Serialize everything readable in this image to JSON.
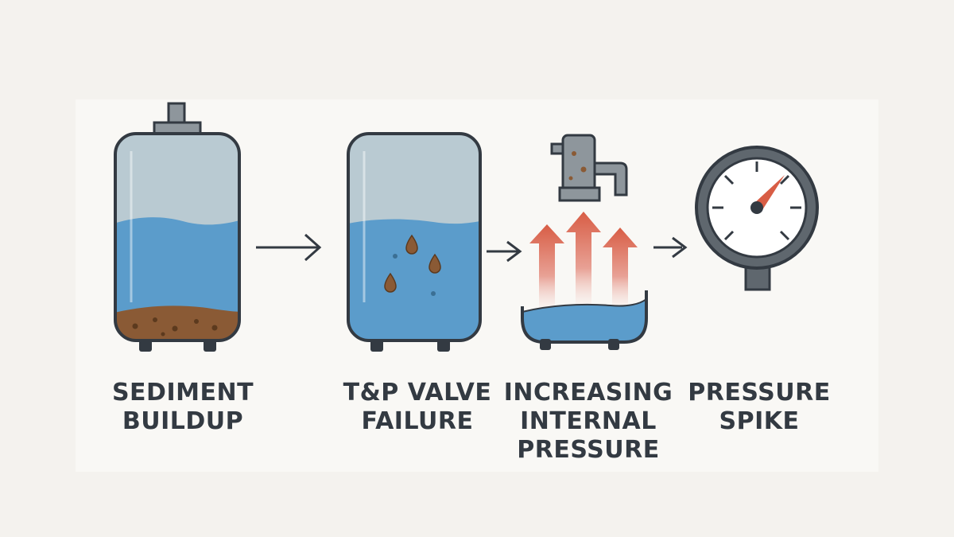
{
  "steps": [
    {
      "id": "sediment-buildup",
      "lines": [
        "SEDIMENT",
        "BUILDUP"
      ]
    },
    {
      "id": "tp-valve-failure",
      "lines": [
        "T&P VALVE",
        "FAILURE"
      ]
    },
    {
      "id": "increasing-internal-pressure",
      "lines": [
        "INCREASING",
        "INTERNAL",
        "PRESSURE"
      ]
    },
    {
      "id": "pressure-spike",
      "lines": [
        "PRESSURE",
        "SPIKE"
      ]
    }
  ],
  "colors": {
    "outline": "#333a42",
    "tank_glass": "#b9cad2",
    "water": "#5b9ccb",
    "sediment": "#8a5a35",
    "heat_arrow": "#d85d45",
    "valve": "#8e969c"
  }
}
